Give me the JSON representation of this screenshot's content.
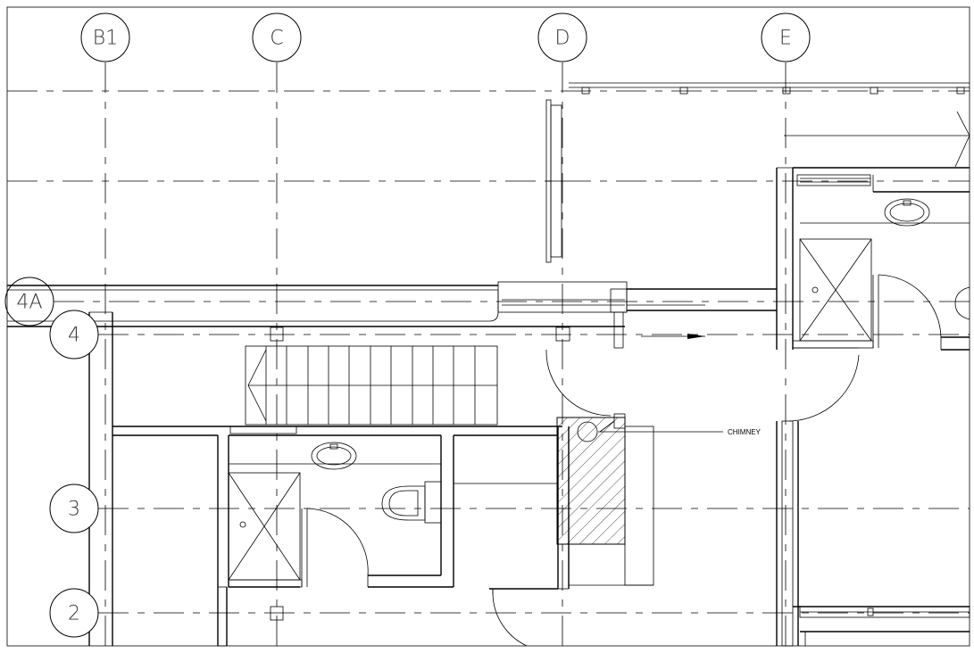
{
  "grid_labels": {
    "vertical": [
      "B1",
      "C",
      "D",
      "E"
    ],
    "horizontal": [
      "4A",
      "4",
      "3",
      "2"
    ]
  },
  "annotations": {
    "chimney": "CHIMNEY"
  }
}
